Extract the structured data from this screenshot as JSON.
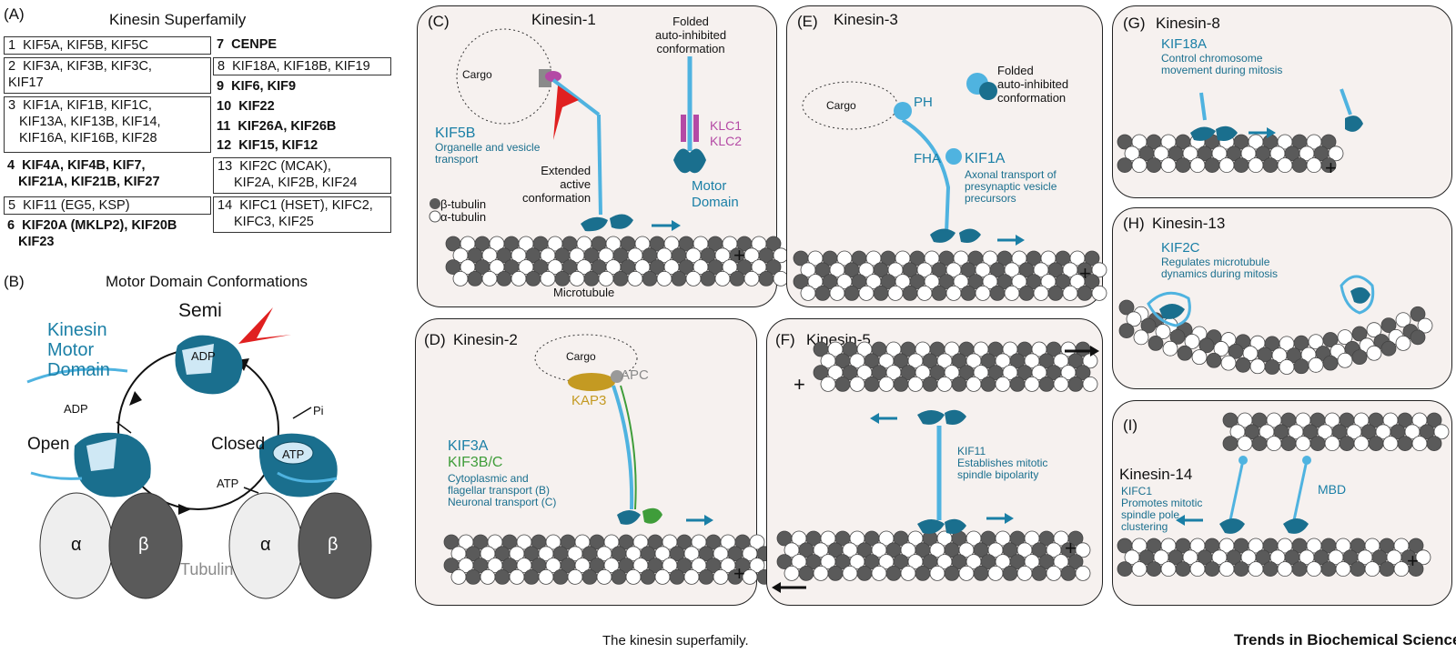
{
  "panelA": {
    "tag": "(A)",
    "title": "Kinesin Superfamily",
    "left": [
      {
        "num": "1",
        "text": "KIF5A, KIF5B, KIF5C",
        "boxed": true
      },
      {
        "num": "2",
        "text": "KIF3A, KIF3B, KIF3C,",
        "text2": "KIF17",
        "boxed": true
      },
      {
        "num": "3",
        "text": "KIF1A, KIF1B, KIF1C,",
        "text2": "KIF13A, KIF13B, KIF14,",
        "text3": "KIF16A, KIF16B, KIF28",
        "boxed": true
      },
      {
        "num": "4",
        "text": "KIF4A, KIF4B, KIF7,",
        "text2": "KIF21A, KIF21B, KIF27",
        "boxed": false
      },
      {
        "num": "5",
        "text": "KIF11 (EG5, KSP)",
        "boxed": true
      },
      {
        "num": "6",
        "text": "KIF20A (MKLP2), KIF20B",
        "text2": "KIF23",
        "boxed": false
      }
    ],
    "right": [
      {
        "num": "7",
        "text": "CENPE",
        "boxed": false
      },
      {
        "num": "8",
        "text": "KIF18A, KIF18B, KIF19",
        "boxed": true
      },
      {
        "num": "9",
        "text": "KIF6, KIF9",
        "boxed": false
      },
      {
        "num": "10",
        "text": "KIF22",
        "boxed": false
      },
      {
        "num": "11",
        "text": "KIF26A, KIF26B",
        "boxed": false
      },
      {
        "num": "12",
        "text": "KIF15, KIF12",
        "boxed": false
      },
      {
        "num": "13",
        "text": "KIF2C (MCAK),",
        "text2": "KIF2A, KIF2B, KIF24",
        "boxed": true
      },
      {
        "num": "14",
        "text": "KIFC1 (HSET), KIFC2,",
        "text2": "KIFC3, KIF25",
        "boxed": true
      }
    ]
  },
  "panelB": {
    "tag": "(B)",
    "title": "Motor Domain Conformations",
    "semi": "Semi",
    "open": "Open",
    "closed": "Closed",
    "kinesin": "Kinesin",
    "motor": "Motor",
    "domain": "Domain",
    "adp_state": "ADP",
    "adp_release": "ADP",
    "atp_state": "ATP",
    "atp_in": "ATP",
    "pi": "Pi",
    "alpha": "α",
    "beta": "β",
    "tubulin": "Tubulin"
  },
  "panelC": {
    "tag": "(C)",
    "title": "Kinesin-1",
    "cargo": "Cargo",
    "folded1": "Folded",
    "folded2": "auto-inhibited",
    "folded3": "conformation",
    "name": "KIF5B",
    "desc1": "Organelle and vesicle",
    "desc2": "transport",
    "klc1": "KLC1",
    "klc2": "KLC2",
    "ext1": "Extended",
    "ext2": "active",
    "ext3": "conformation",
    "beta": "β-tubulin",
    "alpha": "α-tubulin",
    "motor1": "Motor",
    "motor2": "Domain",
    "plus": "+",
    "microtubule": "Microtubule"
  },
  "panelD": {
    "tag": "(D)",
    "title": "Kinesin-2",
    "cargo": "Cargo",
    "apc": "APC",
    "kap3": "KAP3",
    "kif3a": "KIF3A",
    "kif3bc": "KIF3B/C",
    "desc1": "Cytoplasmic and",
    "desc2": "flagellar transport (B)",
    "desc3": "Neuronal transport (C)",
    "plus": "+"
  },
  "panelE": {
    "tag": "(E)",
    "title": "Kinesin-3",
    "cargo": "Cargo",
    "ph": "PH",
    "fha": "FHA",
    "folded1": "Folded",
    "folded2": "auto-inhibited",
    "folded3": "conformation",
    "name": "KIF1A",
    "desc1": "Axonal transport of",
    "desc2": "presynaptic vesicle",
    "desc3": "precursors",
    "plus": "+"
  },
  "panelF": {
    "tag": "(F)",
    "title": "Kinesin-5",
    "name": "KIF11",
    "desc1": "Establishes mitotic",
    "desc2": "spindle bipolarity",
    "plus_top": "+",
    "plus_bottom": "+"
  },
  "panelG": {
    "tag": "(G)",
    "title": "Kinesin-8",
    "name": "KIF18A",
    "desc1": "Control chromosome",
    "desc2": "movement during mitosis",
    "plus": "+"
  },
  "panelH": {
    "tag": "(H)",
    "title": "Kinesin-13",
    "name": "KIF2C",
    "desc1": "Regulates microtubule",
    "desc2": "dynamics during mitosis"
  },
  "panelI": {
    "tag": "(I)",
    "title": "Kinesin-14",
    "name": "KIFC1",
    "desc1": "Promotes mitotic",
    "desc2": "spindle pole",
    "desc3": "clustering",
    "mbd": "MBD",
    "plus": "+"
  },
  "caption": "The kinesin superfamily.",
  "journal": "Trends in Biochemical Sciences",
  "colors": {
    "panel_bg": "#f6f1ef",
    "motor_blue": "#1a6f8e",
    "light_blue": "#4fb3e0",
    "magenta": "#b44aa5",
    "green": "#3f9d3a",
    "gold": "#c49a22",
    "red_arrow": "#e02020",
    "beta_tubulin": "#5a5a5a"
  }
}
